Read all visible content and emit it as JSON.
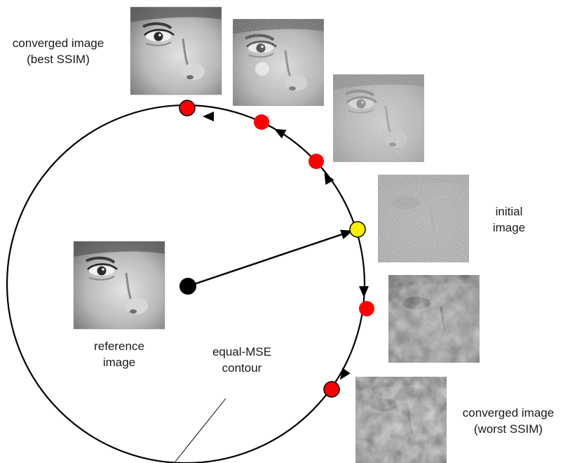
{
  "labels": {
    "converged_best": {
      "line1": "converged image",
      "line2": "(best SSIM)"
    },
    "initial": {
      "line1": "initial",
      "line2": "image"
    },
    "reference": {
      "line1": "reference",
      "line2": "image"
    },
    "contour": {
      "line1": "equal-MSE",
      "line2": "contour"
    },
    "converged_worst": {
      "line1": "converged image",
      "line2": "(worst SSIM)"
    }
  },
  "colors": {
    "stroke": "#000000",
    "reference_point": "#000000",
    "initial_point": "#ffee00",
    "trajectory_point": "#ff0000"
  },
  "thumbnails": [
    {
      "name": "thumb-converged-best",
      "style": "face-clean"
    },
    {
      "name": "thumb-best-iter-2",
      "style": "face-light-noise"
    },
    {
      "name": "thumb-best-iter-1",
      "style": "face-medium-noise"
    },
    {
      "name": "thumb-initial",
      "style": "face-heavy-noise"
    },
    {
      "name": "thumb-worst-iter-1",
      "style": "face-distorted"
    },
    {
      "name": "thumb-converged-worst",
      "style": "face-distorted-strong"
    },
    {
      "name": "thumb-reference",
      "style": "face-clean"
    }
  ],
  "icons": {
    "arrowhead": "arrowhead-icon",
    "point": "point-marker-icon"
  }
}
